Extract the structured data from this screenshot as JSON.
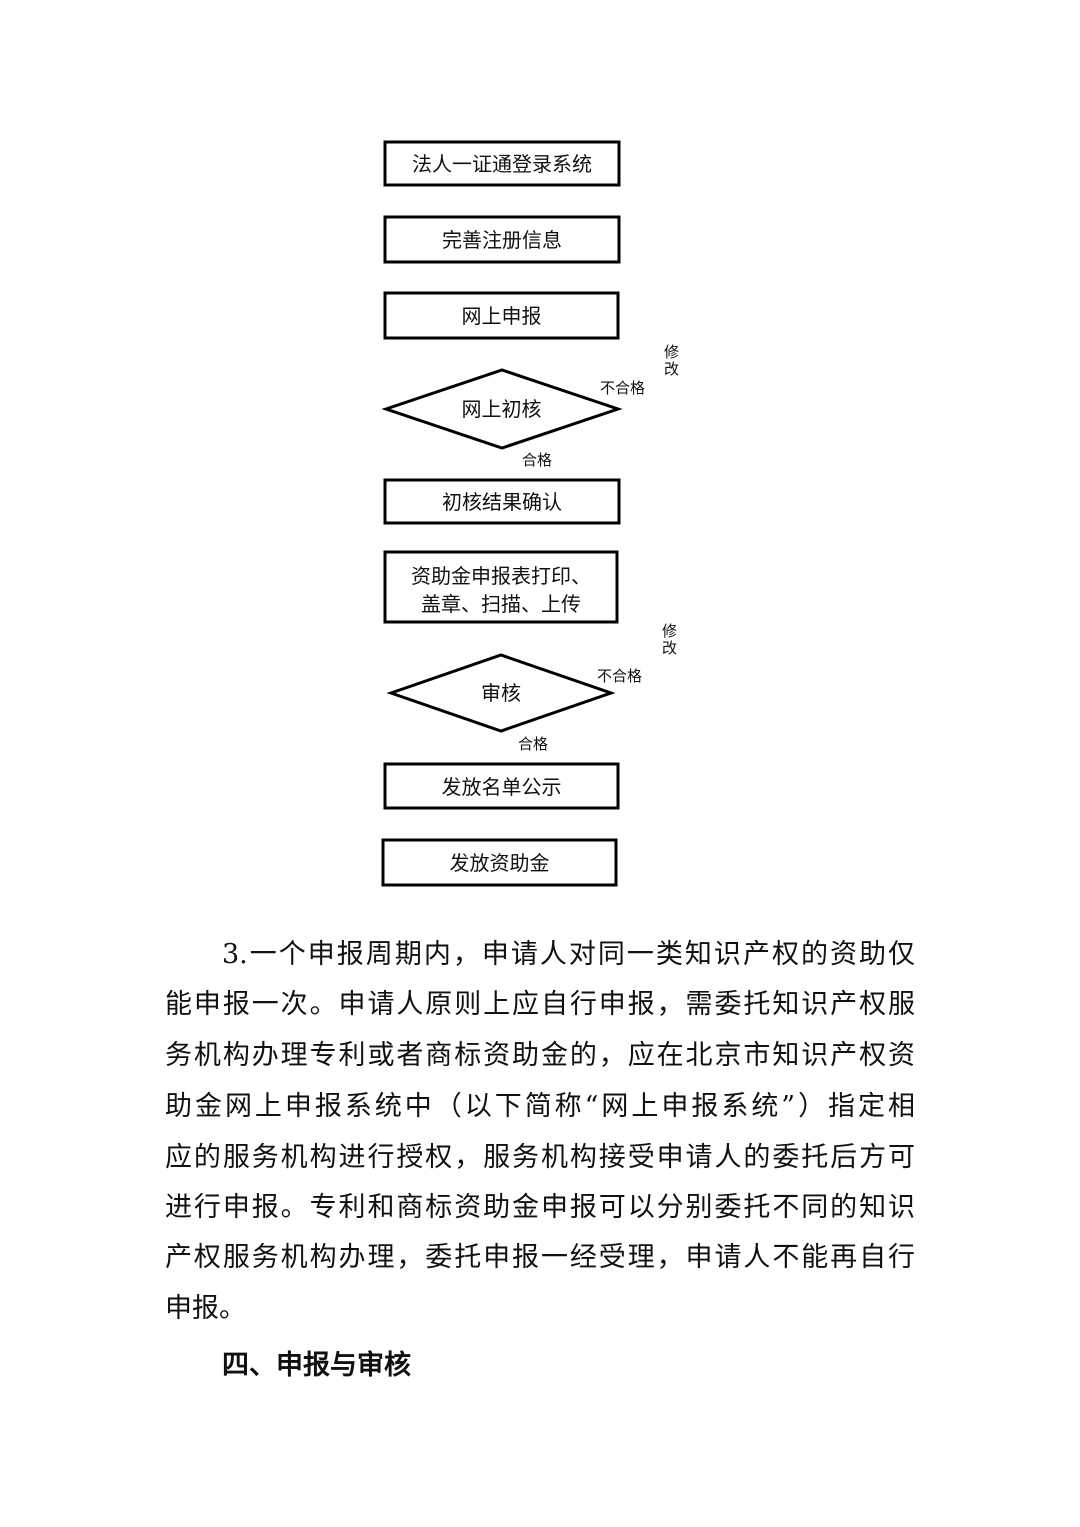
{
  "flowchart": {
    "steps": [
      "法人一证通登录系统",
      "完善注册信息",
      "网上申报",
      "网上初核",
      "初核结果确认",
      "资助金申报表打印、",
      "盖章、扫描、上传",
      "审核",
      "发放名单公示",
      "发放资助金"
    ],
    "fail_label_1": "不合格",
    "pass_label_1": "合格",
    "revise_label_1": "修改",
    "fail_label_2": "不合格",
    "pass_label_2": "合格",
    "revise_label_2": "修改"
  },
  "body": {
    "lines": [
      "3.一个申报周期内，申请人对同一类知识产权的资助仅",
      "能申报一次。申请人原则上应自行申报，需委托知识产权服",
      "务机构办理专利或者商标资助金的，应在北京市知识产权资",
      "助金网上申报系统中（以下简称“网上申报系统”）指定相",
      "应的服务机构进行授权，服务机构接受申请人的委托后方可",
      "进行申报。专利和商标资助金申报可以分别委托不同的知识",
      "产权服务机构办理，委托申报一经受理，申请人不能再自行",
      "申报。"
    ],
    "heading": "四、申报与审核"
  }
}
